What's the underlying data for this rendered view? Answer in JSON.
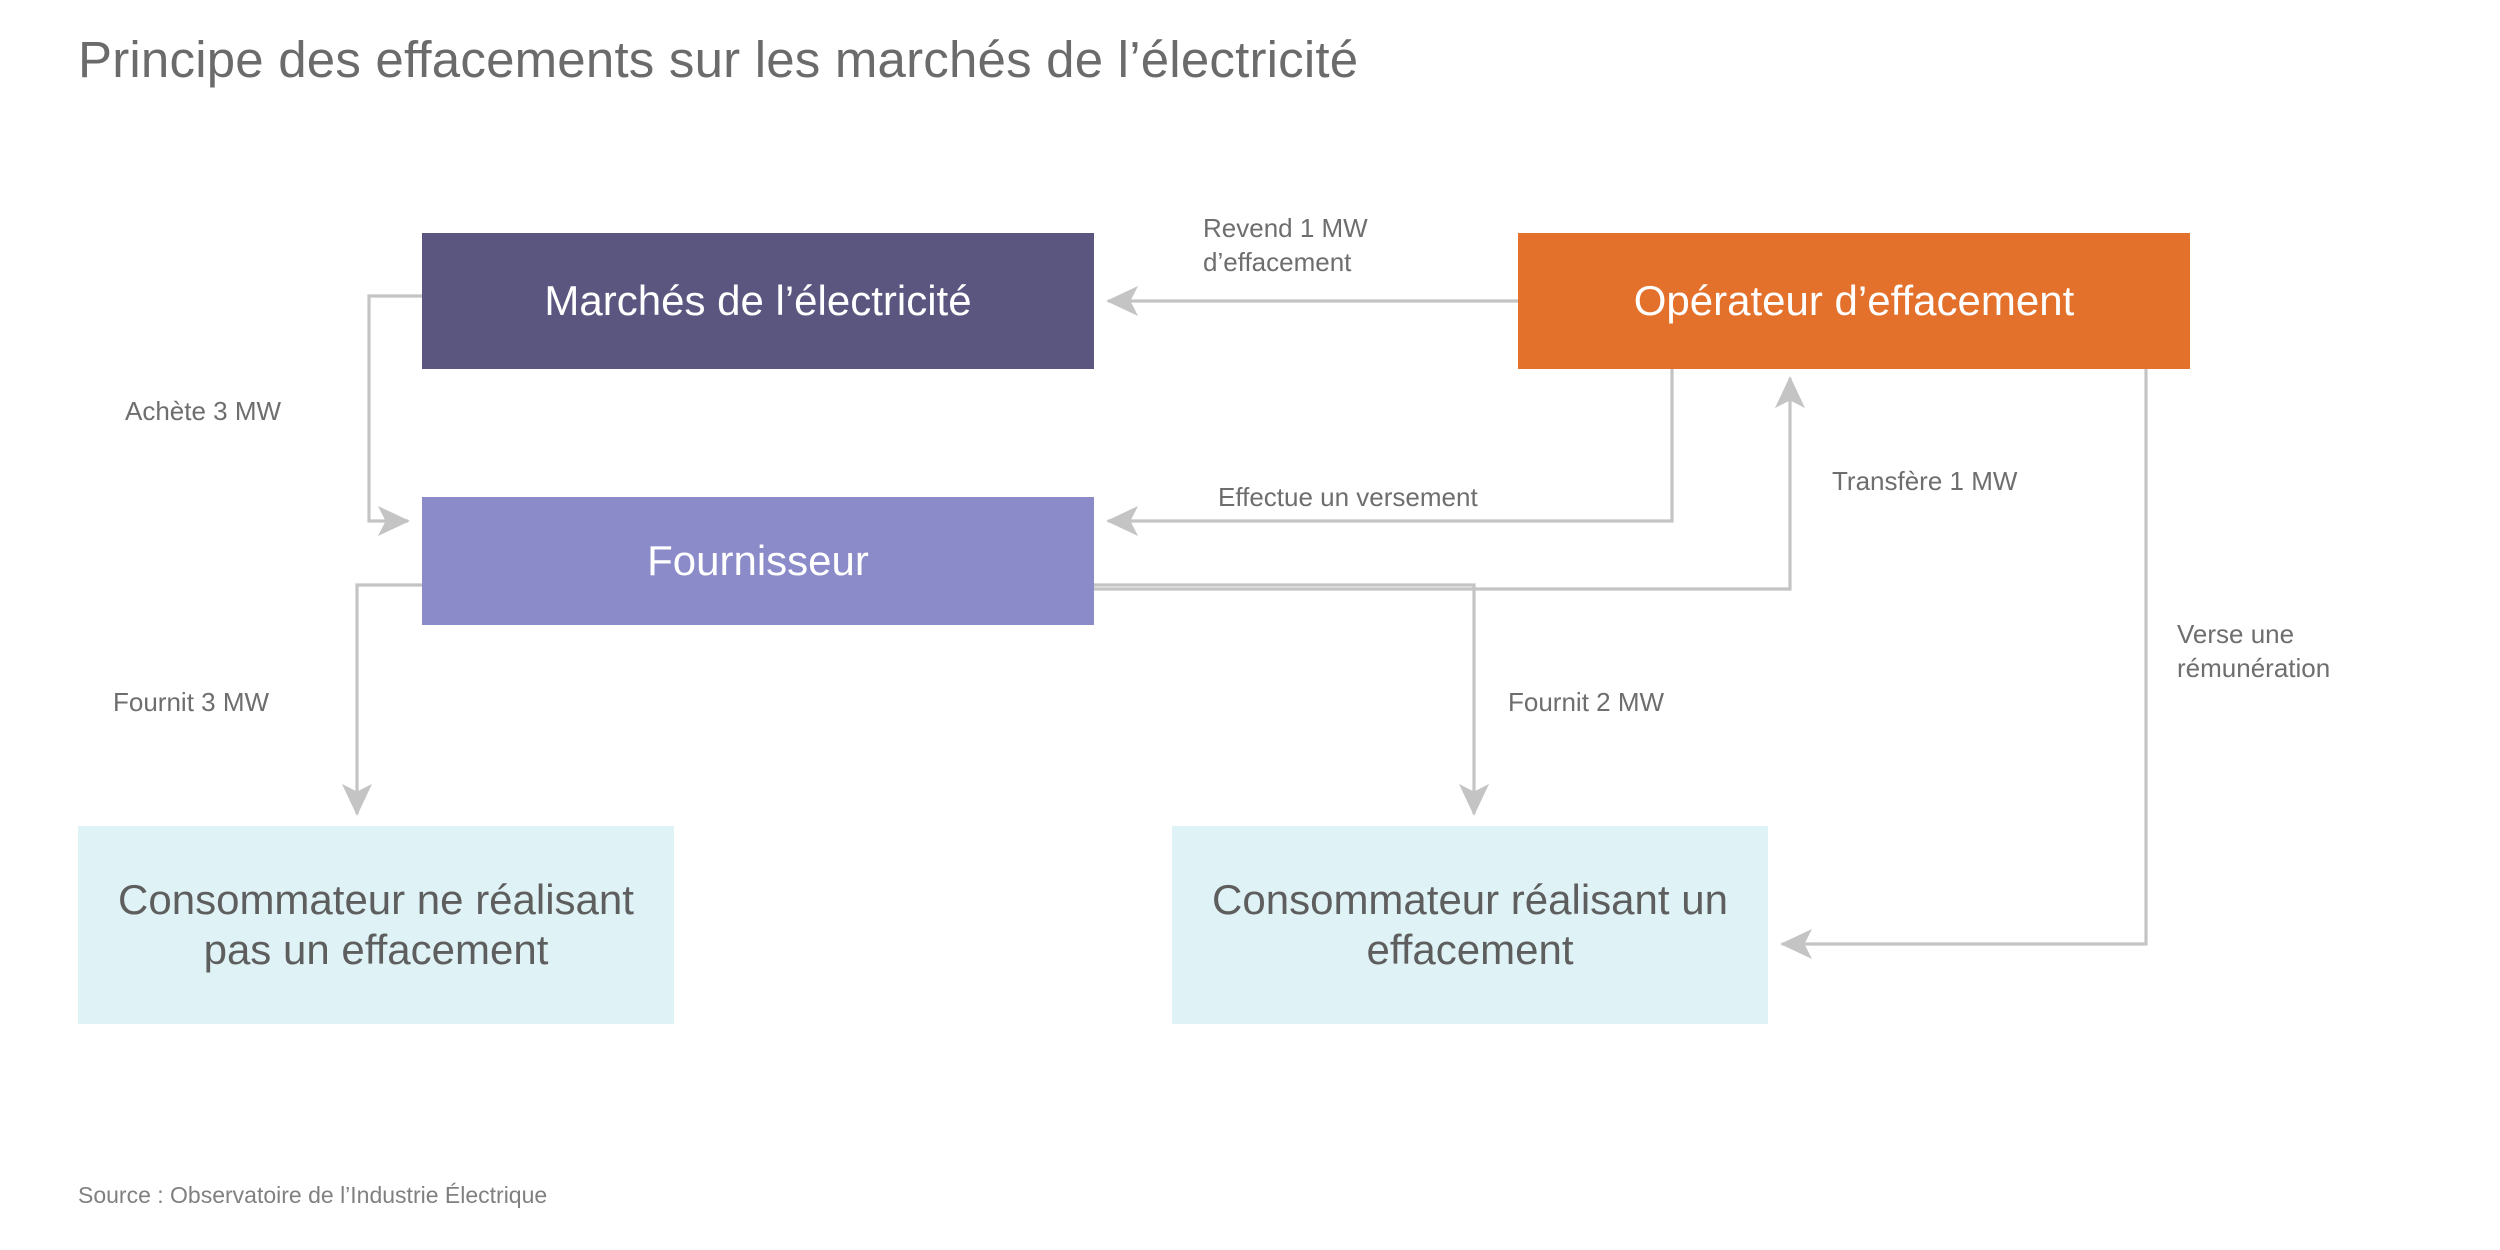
{
  "title": "Principe des effacements sur les marchés de l’électricité",
  "source": "Source : Observatoire de l’Industrie Électrique",
  "colors": {
    "markets": "#5b5680",
    "operator": "#e3702b",
    "supplier": "#8b8bca",
    "consumer": "#dff3f6",
    "edge": "#c4c4c4",
    "title_text": "#6b6b6b",
    "label_text": "#6e6e6e"
  },
  "nodes": {
    "markets": "Marchés de l’électricité",
    "operator": "Opérateur d’effacement",
    "supplier": "Fournisseur",
    "consumer_without": "Consommateur ne réalisant pas un effacement",
    "consumer_with": "Consommateur réalisant un effacement"
  },
  "edges": [
    {
      "id": "revend",
      "label": "Revend 1 MW\nd’effacement",
      "from": "operator",
      "to": "markets"
    },
    {
      "id": "achete",
      "label": "Achète 3 MW",
      "from": "markets",
      "to": "supplier"
    },
    {
      "id": "versement",
      "label": "Effectue un versement",
      "from": "operator",
      "to": "supplier"
    },
    {
      "id": "transfere",
      "label": "Transfère 1 MW",
      "from": "supplier",
      "to": "operator"
    },
    {
      "id": "fournit3",
      "label": "Fournit 3 MW",
      "from": "supplier",
      "to": "consumer_without"
    },
    {
      "id": "fournit2",
      "label": "Fournit 2 MW",
      "from": "supplier",
      "to": "consumer_with"
    },
    {
      "id": "verse",
      "label": "Verse une\nrémunération",
      "from": "operator",
      "to": "consumer_with"
    }
  ]
}
